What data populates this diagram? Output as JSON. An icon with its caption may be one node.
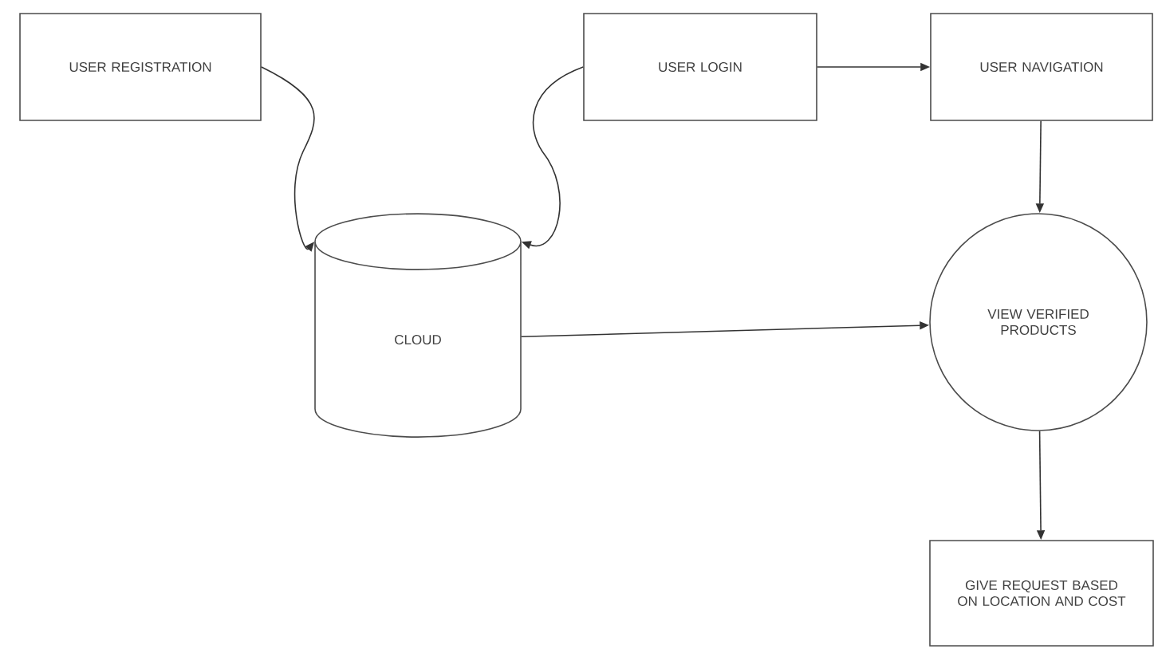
{
  "diagram": {
    "nodes": [
      {
        "text": [
          "USER REGISTRATION"
        ]
      },
      {
        "text": [
          "USER LOGIN"
        ]
      },
      {
        "text": [
          "USER NAVIGATION"
        ]
      },
      {
        "text": [
          "CLOUD"
        ]
      },
      {
        "text": [
          "VIEW VERIFIED PRODUCTS"
        ]
      },
      {
        "text": [
          "GIVE REQUEST BASED ON LOCATION AND COST"
        ]
      }
    ],
    "edges": [
      {
        "from": 0,
        "to": 3,
        "arrow": "to"
      },
      {
        "from": 1,
        "to": 3,
        "arrow": "to"
      },
      {
        "from": 1,
        "to": 2,
        "arrow": "to"
      },
      {
        "from": 2,
        "to": 4,
        "arrow": "to"
      },
      {
        "from": 3,
        "to": 4,
        "arrow": "to"
      },
      {
        "from": 4,
        "to": 5,
        "arrow": "to"
      }
    ]
  }
}
